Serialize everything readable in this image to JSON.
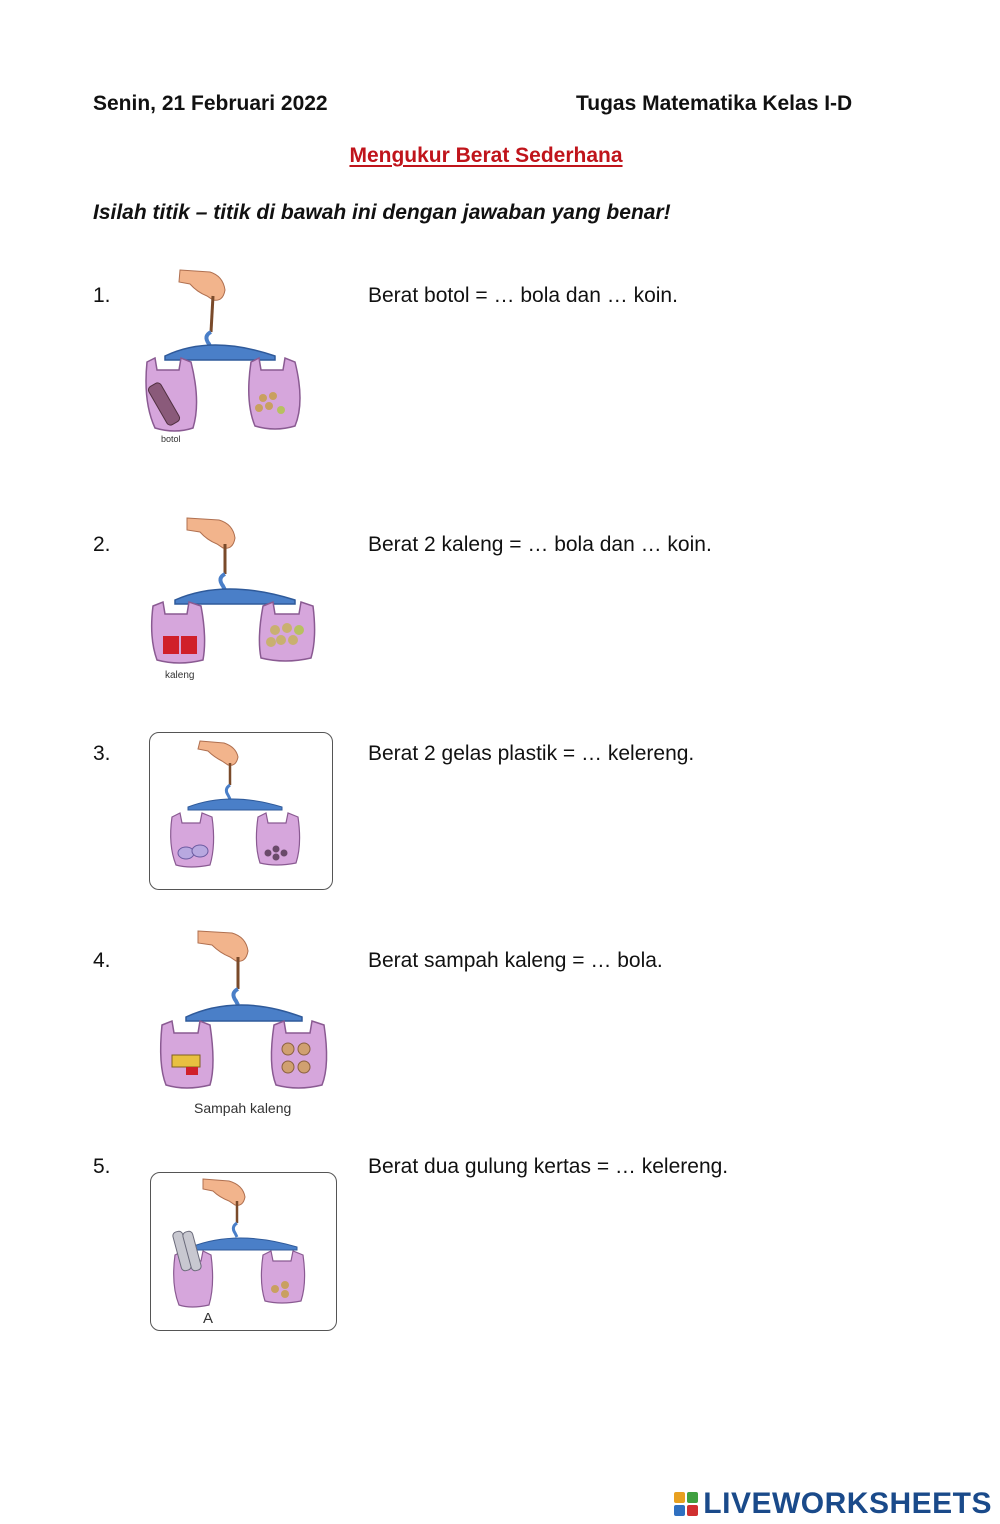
{
  "header": {
    "date": "Senin, 21 Februari 2022",
    "task": "Tugas Matematika Kelas I-D"
  },
  "title": "Mengukur Berat Sederhana",
  "instruction": "Isilah titik – titik di bawah ini dengan jawaban yang benar!",
  "questions": [
    {
      "number": "1.",
      "text": "Berat botol = … bola dan … koin.",
      "image_caption": "botol",
      "image_icon": "hanger-balance-bottle-coins-icon"
    },
    {
      "number": "2.",
      "text": "Berat 2 kaleng = … bola dan … koin.",
      "image_caption": "kaleng",
      "image_icon": "hanger-balance-cans-coins-icon"
    },
    {
      "number": "3.",
      "text": "Berat 2 gelas plastik = … kelereng.",
      "image_caption": "",
      "image_icon": "hanger-balance-cups-marbles-icon"
    },
    {
      "number": "4.",
      "text": "Berat sampah kaleng = … bola.",
      "image_caption": "Sampah kaleng",
      "image_icon": "hanger-balance-trash-balls-icon"
    },
    {
      "number": "5.",
      "text": "Berat dua gulung kertas = … kelereng.",
      "image_caption": "A",
      "image_icon": "hanger-balance-paper-rolls-marbles-icon"
    }
  ],
  "footer": {
    "brand": "LIVEWORKSHEETS"
  },
  "colors": {
    "title": "#c0141b",
    "hanger": "#4a7fc8",
    "bag": "#d6a6dc",
    "skin": "#f2b48c",
    "brand": "#1a4a8a"
  }
}
